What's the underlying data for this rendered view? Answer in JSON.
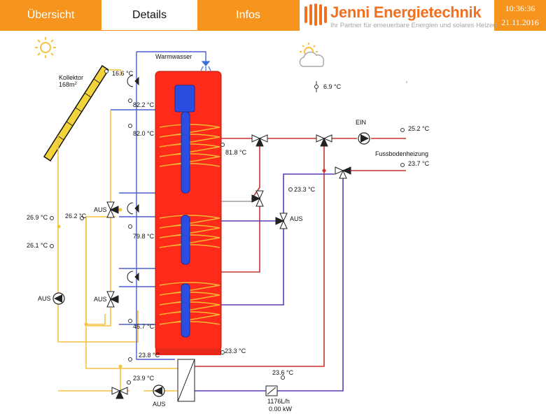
{
  "header": {
    "tabs": {
      "overview": "Übersicht",
      "details": "Details",
      "infos": "Infos"
    },
    "brand": "Jenni Energietechnik",
    "slogan": "Ihr Partner für erneuerbare Energien und solares Heizen",
    "time": "10:36:36",
    "date": "21.11.2016"
  },
  "diagram": {
    "collector_name": "Kollektor",
    "collector_area": "168m",
    "collector_area_sup": "2",
    "collector_temp": "16.6 °C",
    "outdoor_temp": "6.9 °C",
    "warmwasser_label": "Warmwasser",
    "tank_temp_top": "82.2 °C",
    "tank_temp_upper": "82.0 °C",
    "tank_temp_mid": "79.8 °C",
    "tank_temp_lower": "45.7 °C",
    "tank_temp_bottom": "23.8 °C",
    "tank_return_temp": "23.3 °C",
    "supply_temp": "81.8 °C",
    "mix_return_temp": "23.3 °C",
    "heating_state": "EIN",
    "heating_flow_temp": "25.2 °C",
    "fussboden_label": "Fussbodenheizung",
    "heating_return_temp": "23.7 °C",
    "solar_temp_a": "26.9 °C",
    "solar_temp_b": "26.2 °C",
    "solar_temp_c": "26.1 °C",
    "aus": "AUS",
    "hx_primary_temp": "23.9 °C",
    "hx_secondary_temp": "23.6 °C",
    "flow_rate": "1176L/h",
    "power": "0.00 kW"
  },
  "colors": {
    "accent": "#f7941d",
    "brand": "#f26f21",
    "tank": "#ff2b1a",
    "solar_pipe": "#f5c242",
    "hot_pipe": "#c8332f",
    "cold_pipe": "#5b3bb5",
    "water_pipe": "#3a6fd8",
    "gray_pipe": "#8a8a8a"
  }
}
